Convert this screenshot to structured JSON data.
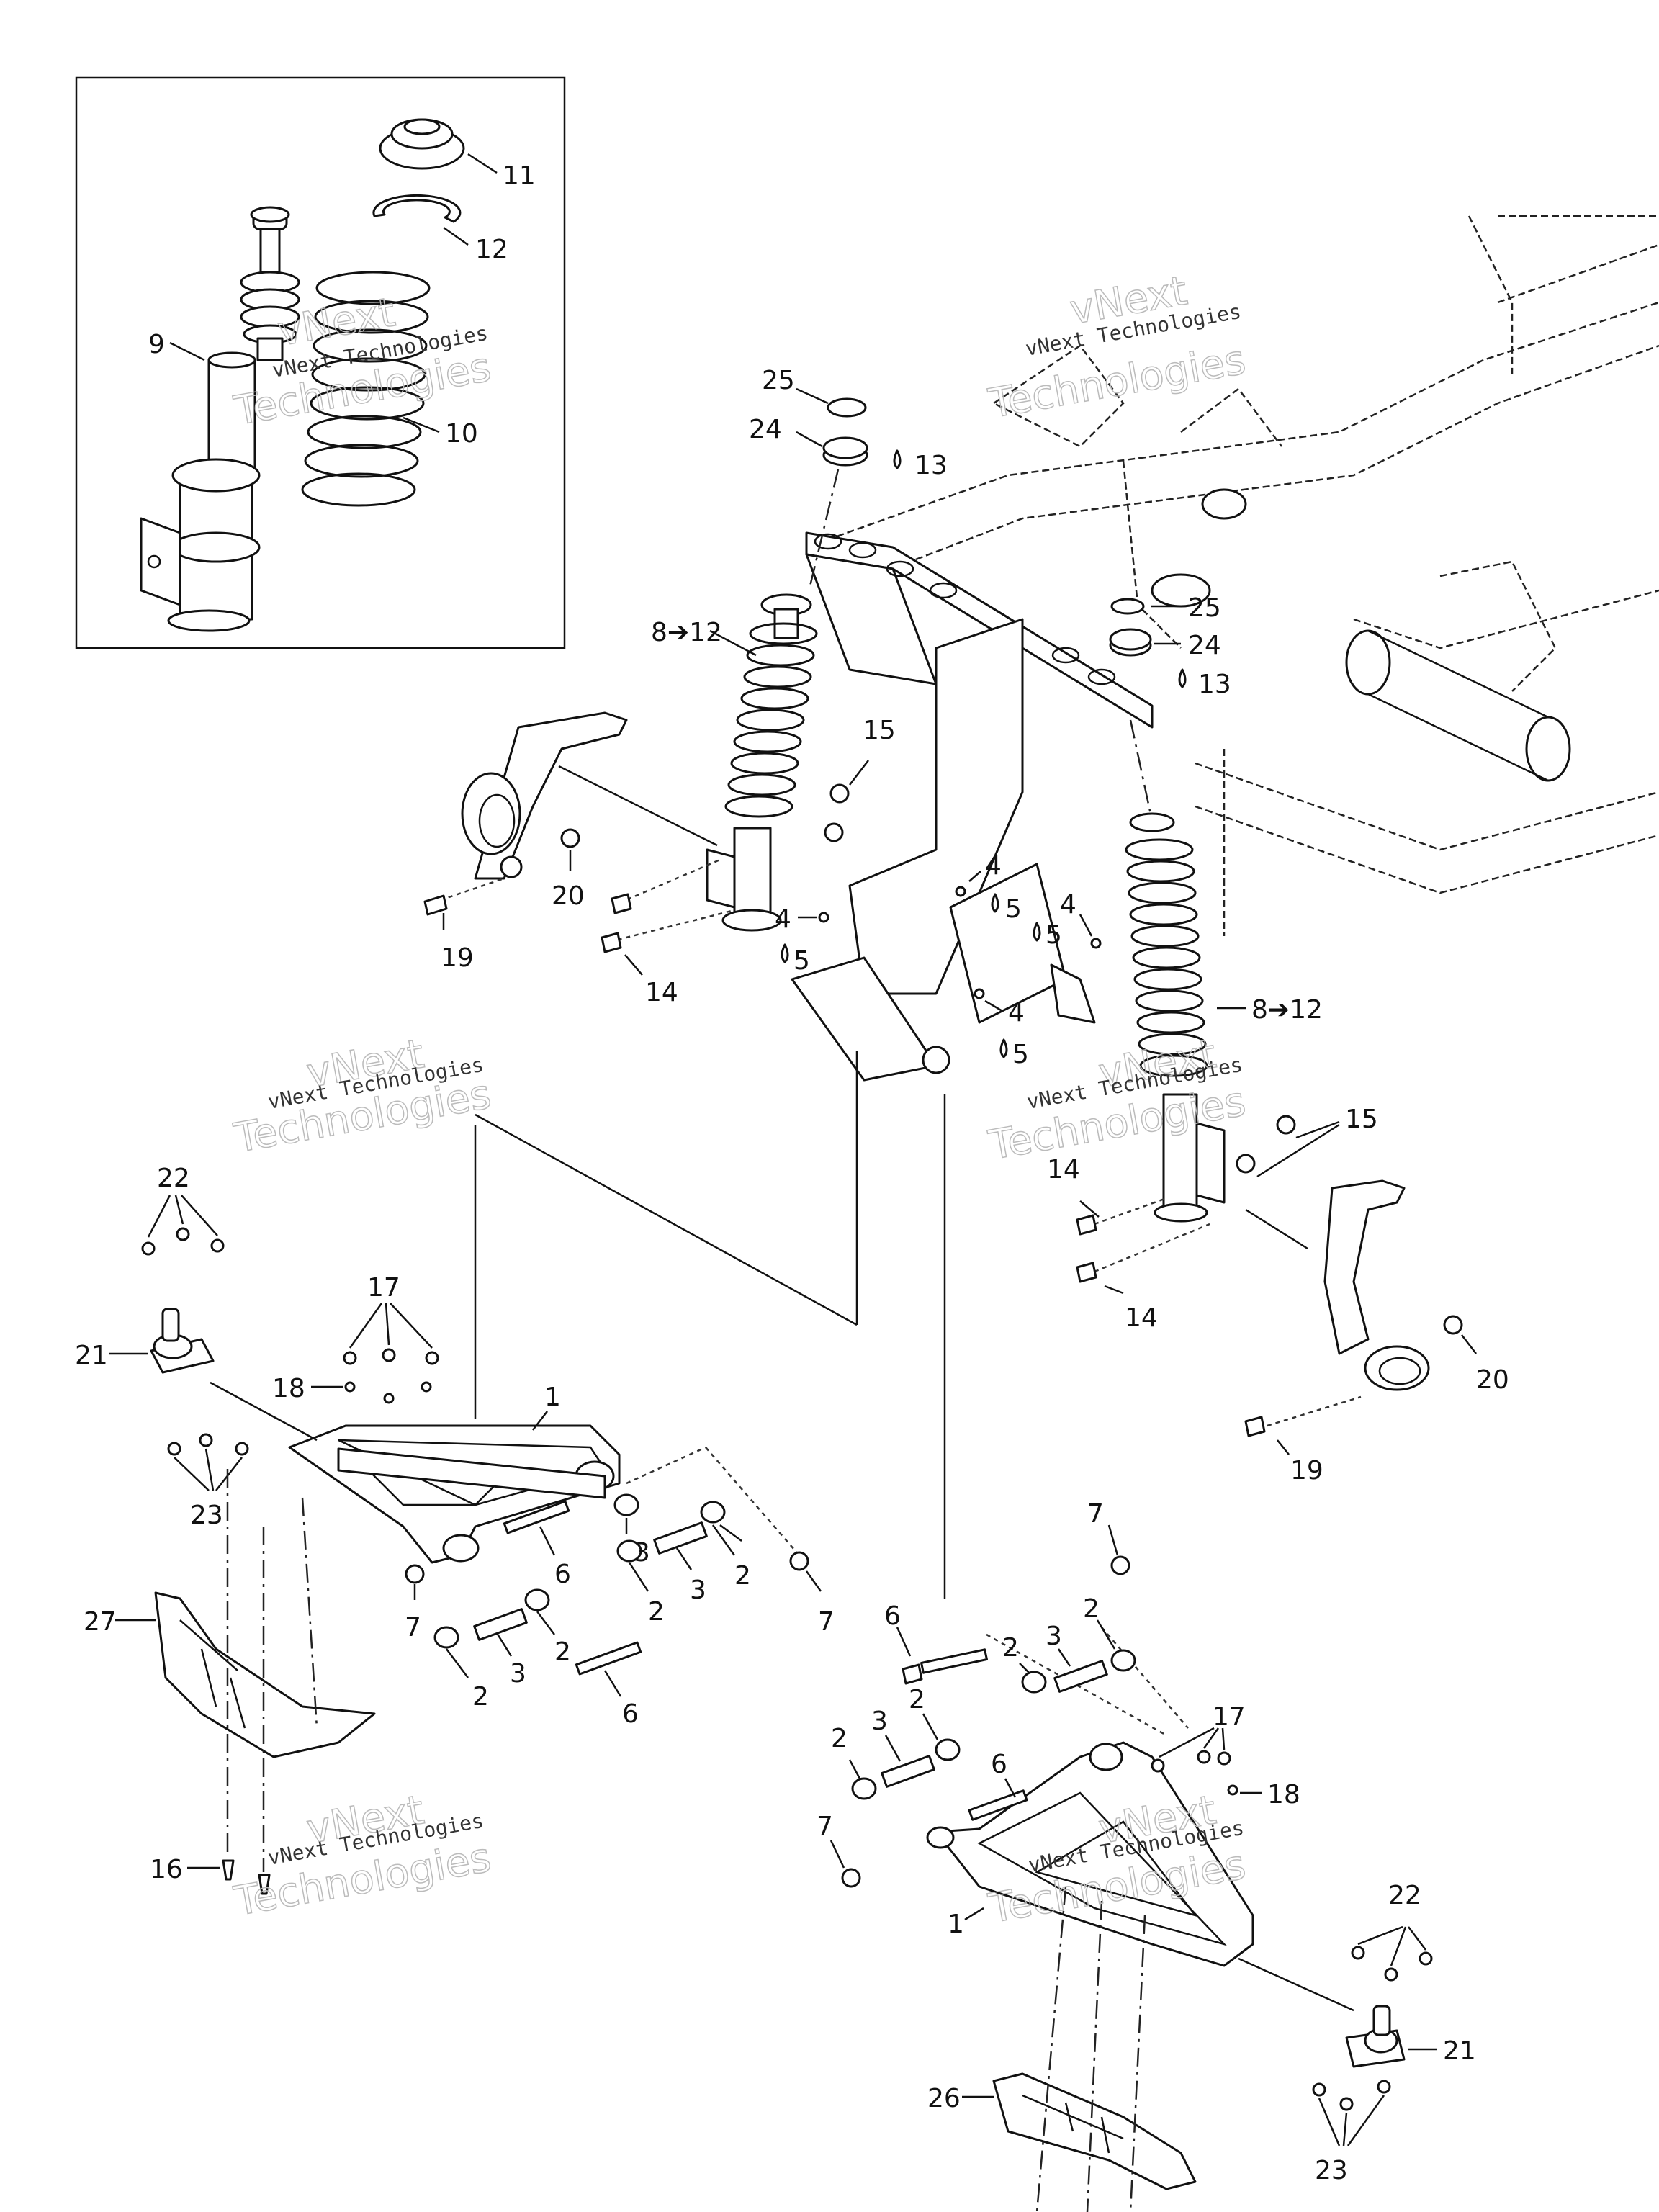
{
  "watermarks": {
    "line1": "vNext",
    "line2": "vNext Technologies",
    "line3": "Technologies"
  },
  "callouts": {
    "c1a": "1",
    "c1b": "1",
    "c2a": "2",
    "c2b": "2",
    "c2c": "2",
    "c2d": "2",
    "c2e": "2",
    "c2f": "2",
    "c2g": "2",
    "c2h": "2",
    "c3a": "3",
    "c3b": "3",
    "c3c": "3",
    "c3d": "3",
    "c4a": "4",
    "c4b": "4",
    "c4c": "4",
    "c4d": "4",
    "c5a": "5",
    "c5b": "5",
    "c5c": "5",
    "c5d": "5",
    "c6a": "6",
    "c6b": "6",
    "c6c": "6",
    "c6d": "6",
    "c7a": "7",
    "c7b": "7",
    "c7c": "7",
    "c7d": "7",
    "c8a": "8➔12",
    "c8b": "8➔12",
    "c9": "9",
    "c10": "10",
    "c11": "11",
    "c12": "12",
    "c13a": "13",
    "c13b": "13",
    "c14a": "14",
    "c14b": "14",
    "c14c": "14",
    "c15a": "15",
    "c15b": "15",
    "c16": "16",
    "c17a": "17",
    "c17b": "17",
    "c18a": "18",
    "c18b": "18",
    "c19a": "19",
    "c19b": "19",
    "c20a": "20",
    "c20b": "20",
    "c21a": "21",
    "c21b": "21",
    "c22a": "22",
    "c22b": "22",
    "c23a": "23",
    "c23b": "23",
    "c24a": "24",
    "c24b": "24",
    "c25a": "25",
    "c25b": "25",
    "c26": "26",
    "c27": "27"
  }
}
